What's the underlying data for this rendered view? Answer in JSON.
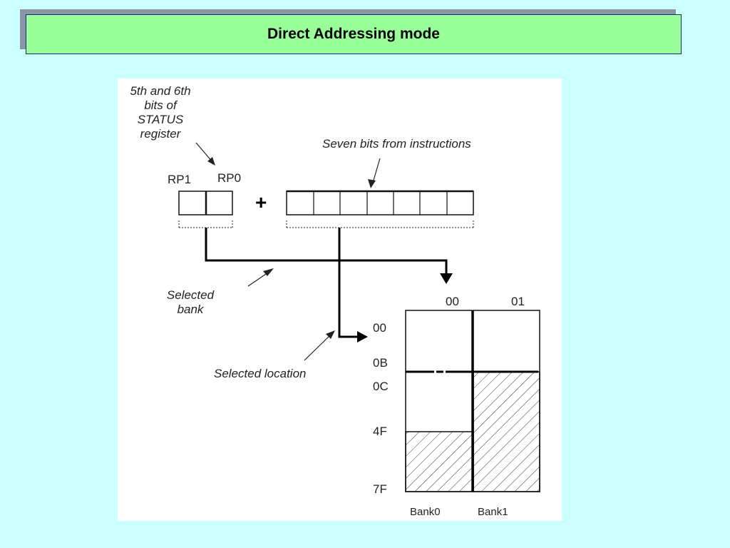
{
  "title": "Direct Addressing mode",
  "diagram": {
    "status_label_lines": [
      "5th and 6th",
      "bits of",
      "STATUS",
      "register"
    ],
    "rp1": "RP1",
    "rp0": "RP0",
    "plus": "+",
    "instruction_bits_label": "Seven bits from instructions",
    "selected_bank_lines": [
      "Selected",
      "bank"
    ],
    "selected_location": "Selected location",
    "bank_columns": [
      "00",
      "01"
    ],
    "addresses": [
      "00",
      "0B",
      "0C",
      "4F",
      "7F"
    ],
    "bank_names": [
      "Bank0",
      "Bank1"
    ]
  }
}
